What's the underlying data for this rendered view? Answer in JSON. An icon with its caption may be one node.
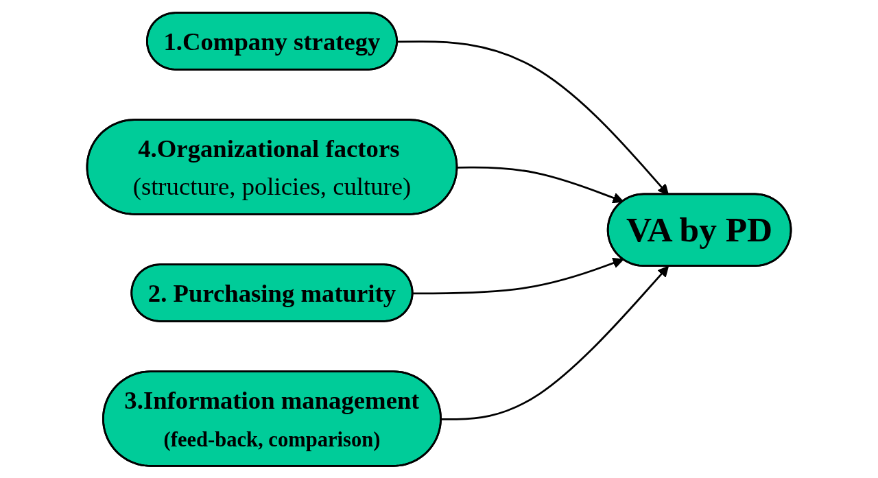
{
  "diagram": {
    "nodes": [
      {
        "text": [
          "1.Company strategy"
        ]
      },
      {
        "text": [
          "**4.Organizational factors** (structure, policies, culture)"
        ]
      },
      {
        "text": [
          "VA by PD"
        ]
      },
      {
        "text": [
          "2. Purchasing maturity"
        ]
      },
      {
        "text": [
          "3.Information management",
          "(feed-back, comparison)"
        ]
      }
    ],
    "edges": [
      {
        "from": 0,
        "to": 2,
        "arrow": "to"
      },
      {
        "from": 1,
        "to": 2,
        "arrow": "to"
      },
      {
        "from": 3,
        "to": 2,
        "arrow": "to"
      },
      {
        "from": 4,
        "to": 2,
        "arrow": "to"
      }
    ]
  }
}
